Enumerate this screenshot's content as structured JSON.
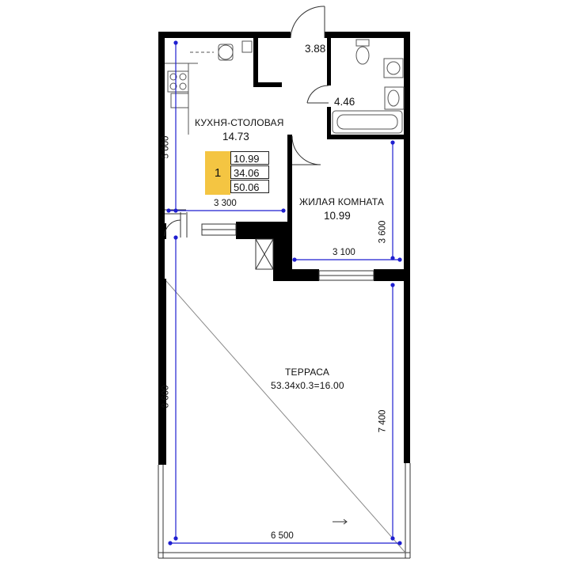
{
  "rooms": {
    "kitchen": {
      "name": "КУХНЯ-СТОЛОВАЯ",
      "area": "14.73"
    },
    "living": {
      "name": "ЖИЛАЯ КОМНАТА",
      "area": "10.99"
    },
    "terrace": {
      "name": "ТЕРРАСА",
      "area": "53.34x0.3=16.00"
    },
    "hall": {
      "area": "3.88"
    },
    "bathroom": {
      "area": "4.46"
    }
  },
  "summary": {
    "rooms_count": "1",
    "living_area": "10.99",
    "total_area": "34.06",
    "total_with_terrace": "50.06"
  },
  "dimensions": {
    "kitchen_height": "5 000",
    "kitchen_width": "3 300",
    "living_height": "3 600",
    "living_width": "3 100",
    "terrace_left": "8 600",
    "terrace_right": "7 400",
    "terrace_width": "6 500"
  },
  "colors": {
    "wall": "#000000",
    "dimension_line": "#1f1fd0",
    "highlight": "#f4c542"
  }
}
